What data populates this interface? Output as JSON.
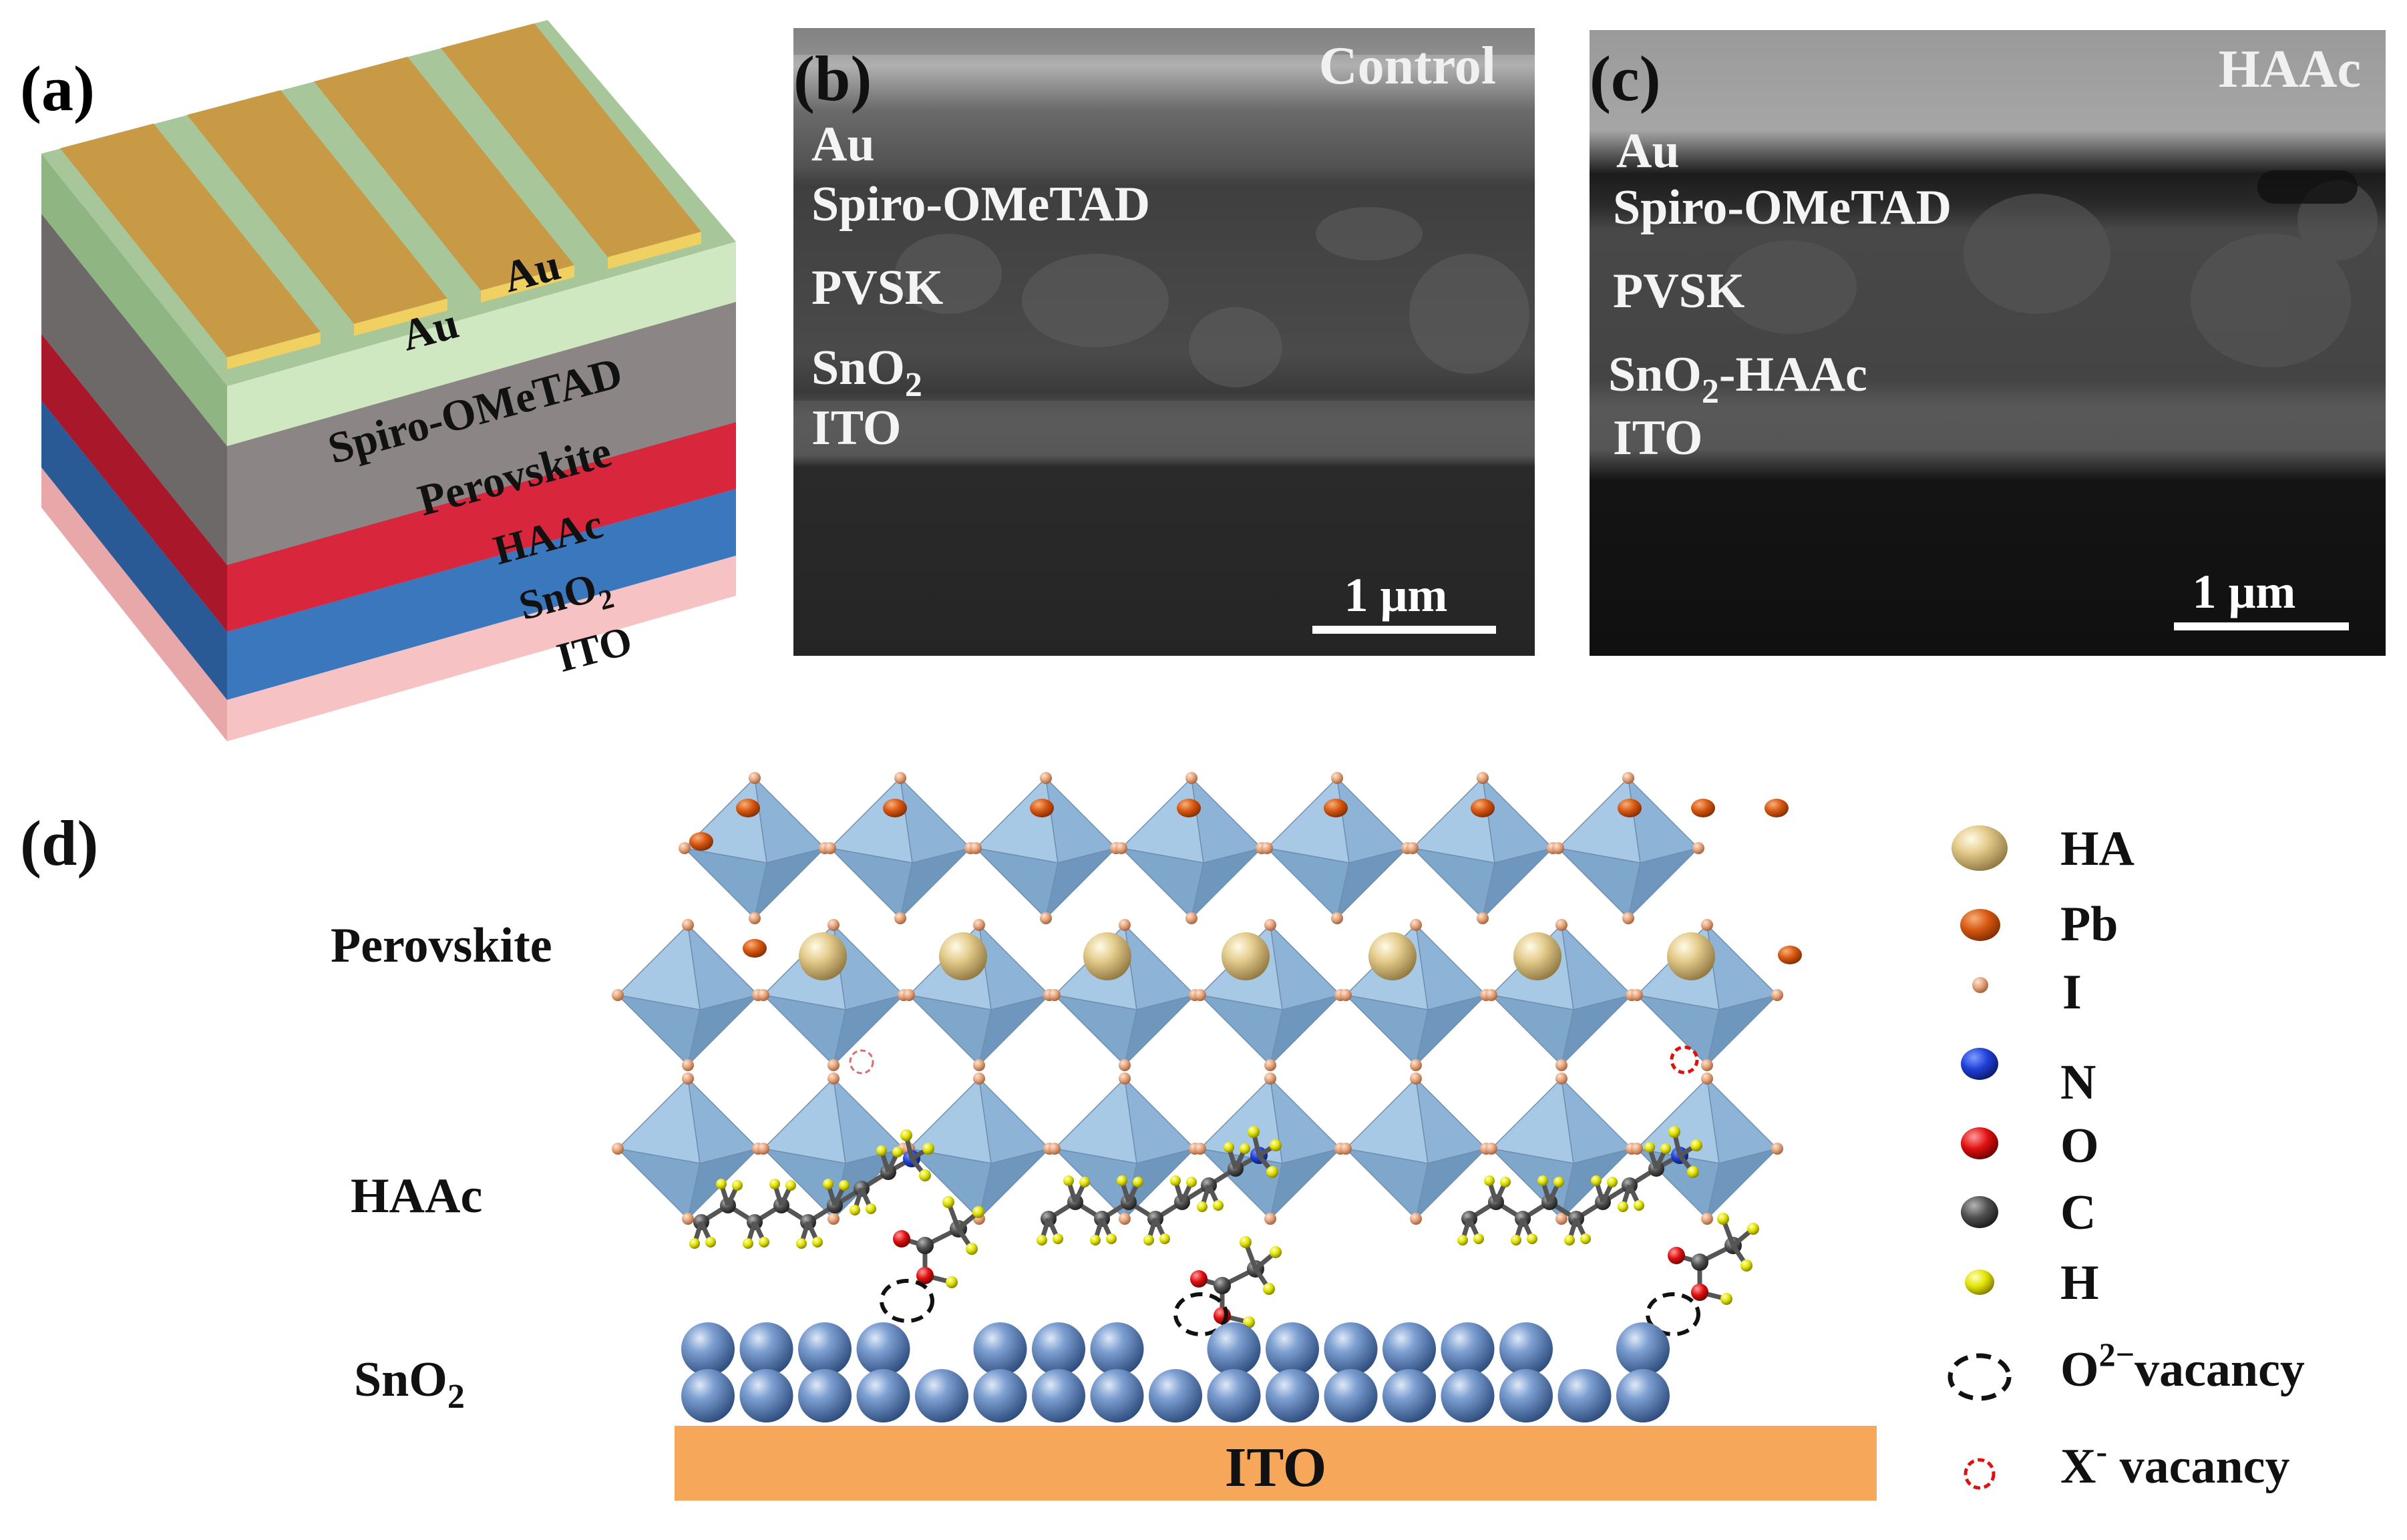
{
  "panels": {
    "a": {
      "label": "(a)",
      "layers": {
        "au_left": "Au",
        "au_right": "Au",
        "spiro": "Spiro-OMeTAD",
        "perovskite": "Perovskite",
        "haac": "HAAc",
        "sno2": "SnO",
        "sno2_sub": "2",
        "ito": "ITO"
      }
    },
    "b": {
      "label": "(b)",
      "title": "Control",
      "layers": {
        "au": "Au",
        "spiro": "Spiro-OMeTAD",
        "pvsk": "PVSK",
        "sno2": "SnO",
        "sno2_sub": "2",
        "ito": "ITO"
      },
      "scalebar": "1 μm"
    },
    "c": {
      "label": "(c)",
      "title": "HAAc",
      "layers": {
        "au": "Au",
        "spiro": "Spiro-OMeTAD",
        "pvsk": "PVSK",
        "sno2": "SnO",
        "sno2_sub": "2",
        "sno2_suffix": "-HAAc",
        "ito": "ITO"
      },
      "scalebar": "1 μm"
    },
    "d": {
      "label": "(d)",
      "rows": {
        "perovskite": "Perovskite",
        "haac": "HAAc",
        "sno2": "SnO",
        "sno2_sub": "2"
      },
      "ito_label": "ITO",
      "legend": {
        "ha": "HA",
        "pb": "Pb",
        "i": "I",
        "n": "N",
        "o": "O",
        "c": "C",
        "h": "H",
        "o_vac_main": "O",
        "o_vac_sup": "2−",
        "o_vac_text": "vacancy",
        "x_vac_main": "X",
        "x_vac_sup": "-",
        "x_vac_text": " vacancy"
      }
    }
  },
  "colors": {
    "au": "#c89a45",
    "spiro": "#a7c79a",
    "perovskite": "#8a8584",
    "haac": "#d8263c",
    "sno2": "#3b73b8",
    "ito_device": "#f3b2b3",
    "ito_bar": "#f7a75a",
    "octahedron": "#8fb6d8",
    "sn_sphere": "#5b84bf",
    "ha_sphere": "#e6cd8f",
    "pb": "#d95a15",
    "i": "#e7a57e",
    "n": "#1f3fd6",
    "o": "#e01010",
    "c": "#505050",
    "h": "#e8e800"
  }
}
